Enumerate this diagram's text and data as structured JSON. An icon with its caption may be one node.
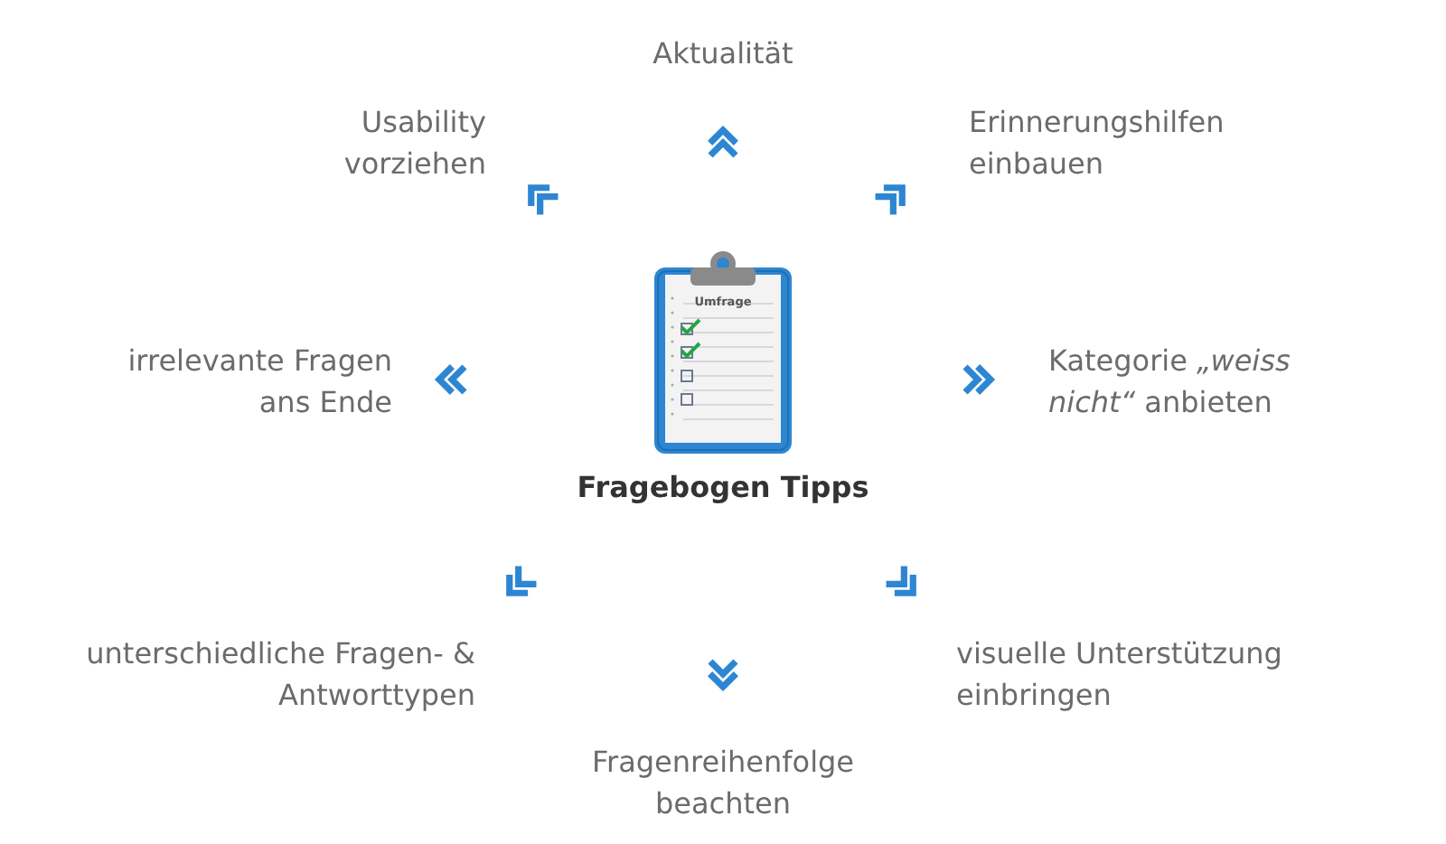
{
  "diagram": {
    "nodes": [
      {
        "text": [
          "Fragebogen Tipps"
        ]
      },
      {
        "text": [
          "Aktualität"
        ]
      },
      {
        "text": [
          "Usability vorziehen"
        ]
      },
      {
        "text": [
          "Erinnerungshilfen einbauen"
        ]
      },
      {
        "text": [
          "irrelevante Fragen ans Ende"
        ]
      },
      {
        "text": [
          "Kategorie *„weiss nicht“* anbieten"
        ]
      },
      {
        "text": [
          "unterschiedliche Fragen- & Antworttypen"
        ]
      },
      {
        "text": [
          "visuelle Unterstützung einbringen"
        ]
      },
      {
        "text": [
          "Fragenreihenfolge beachten"
        ]
      }
    ],
    "edges": [
      {
        "from": 0,
        "to": 1,
        "arrow": "to"
      },
      {
        "from": 0,
        "to": 2,
        "arrow": "to"
      },
      {
        "from": 0,
        "to": 3,
        "arrow": "to"
      },
      {
        "from": 0,
        "to": 4,
        "arrow": "to"
      },
      {
        "from": 0,
        "to": 5,
        "arrow": "to"
      },
      {
        "from": 0,
        "to": 6,
        "arrow": "to"
      },
      {
        "from": 0,
        "to": 7,
        "arrow": "to"
      },
      {
        "from": 0,
        "to": 8,
        "arrow": "to"
      }
    ],
    "labels": [
      "Umfrage"
    ]
  }
}
